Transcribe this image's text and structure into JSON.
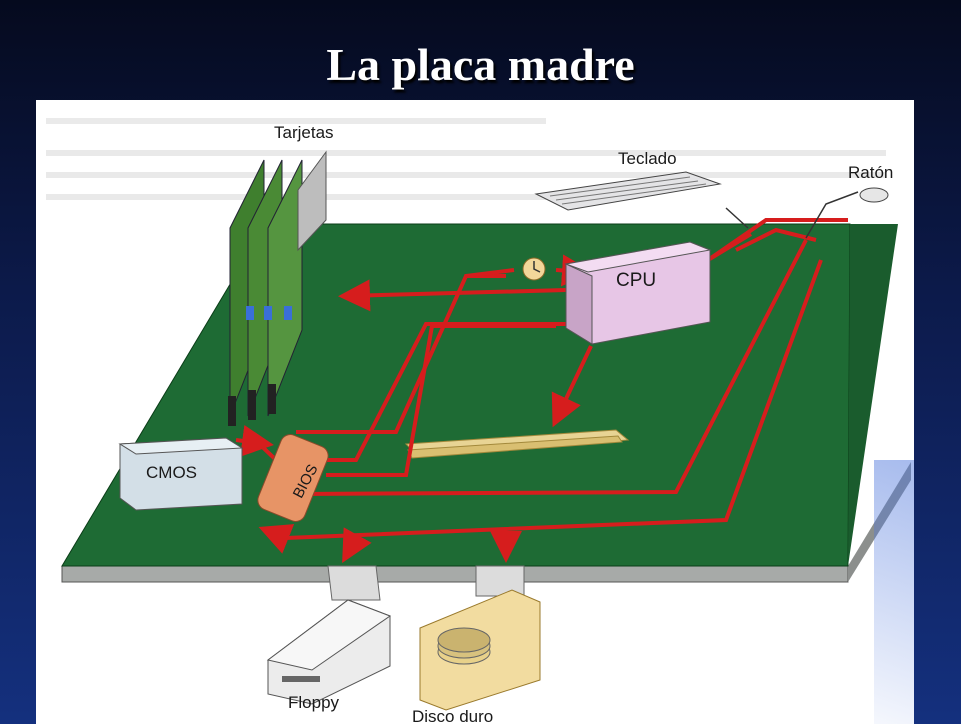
{
  "slide": {
    "title": "La placa madre",
    "background_color": "#0c1a4a",
    "panel_color": "#ffffff"
  },
  "diagram": {
    "board_color": "#1e6b34",
    "trace_color": "#d61d1d",
    "labels": {
      "tarjetas": "Tarjetas",
      "teclado": "Teclado",
      "raton": "Ratón",
      "cpu": "CPU",
      "cmos": "CMOS",
      "bios": "BIOS",
      "floppy": "Floppy",
      "disco": "Disco duro"
    }
  }
}
